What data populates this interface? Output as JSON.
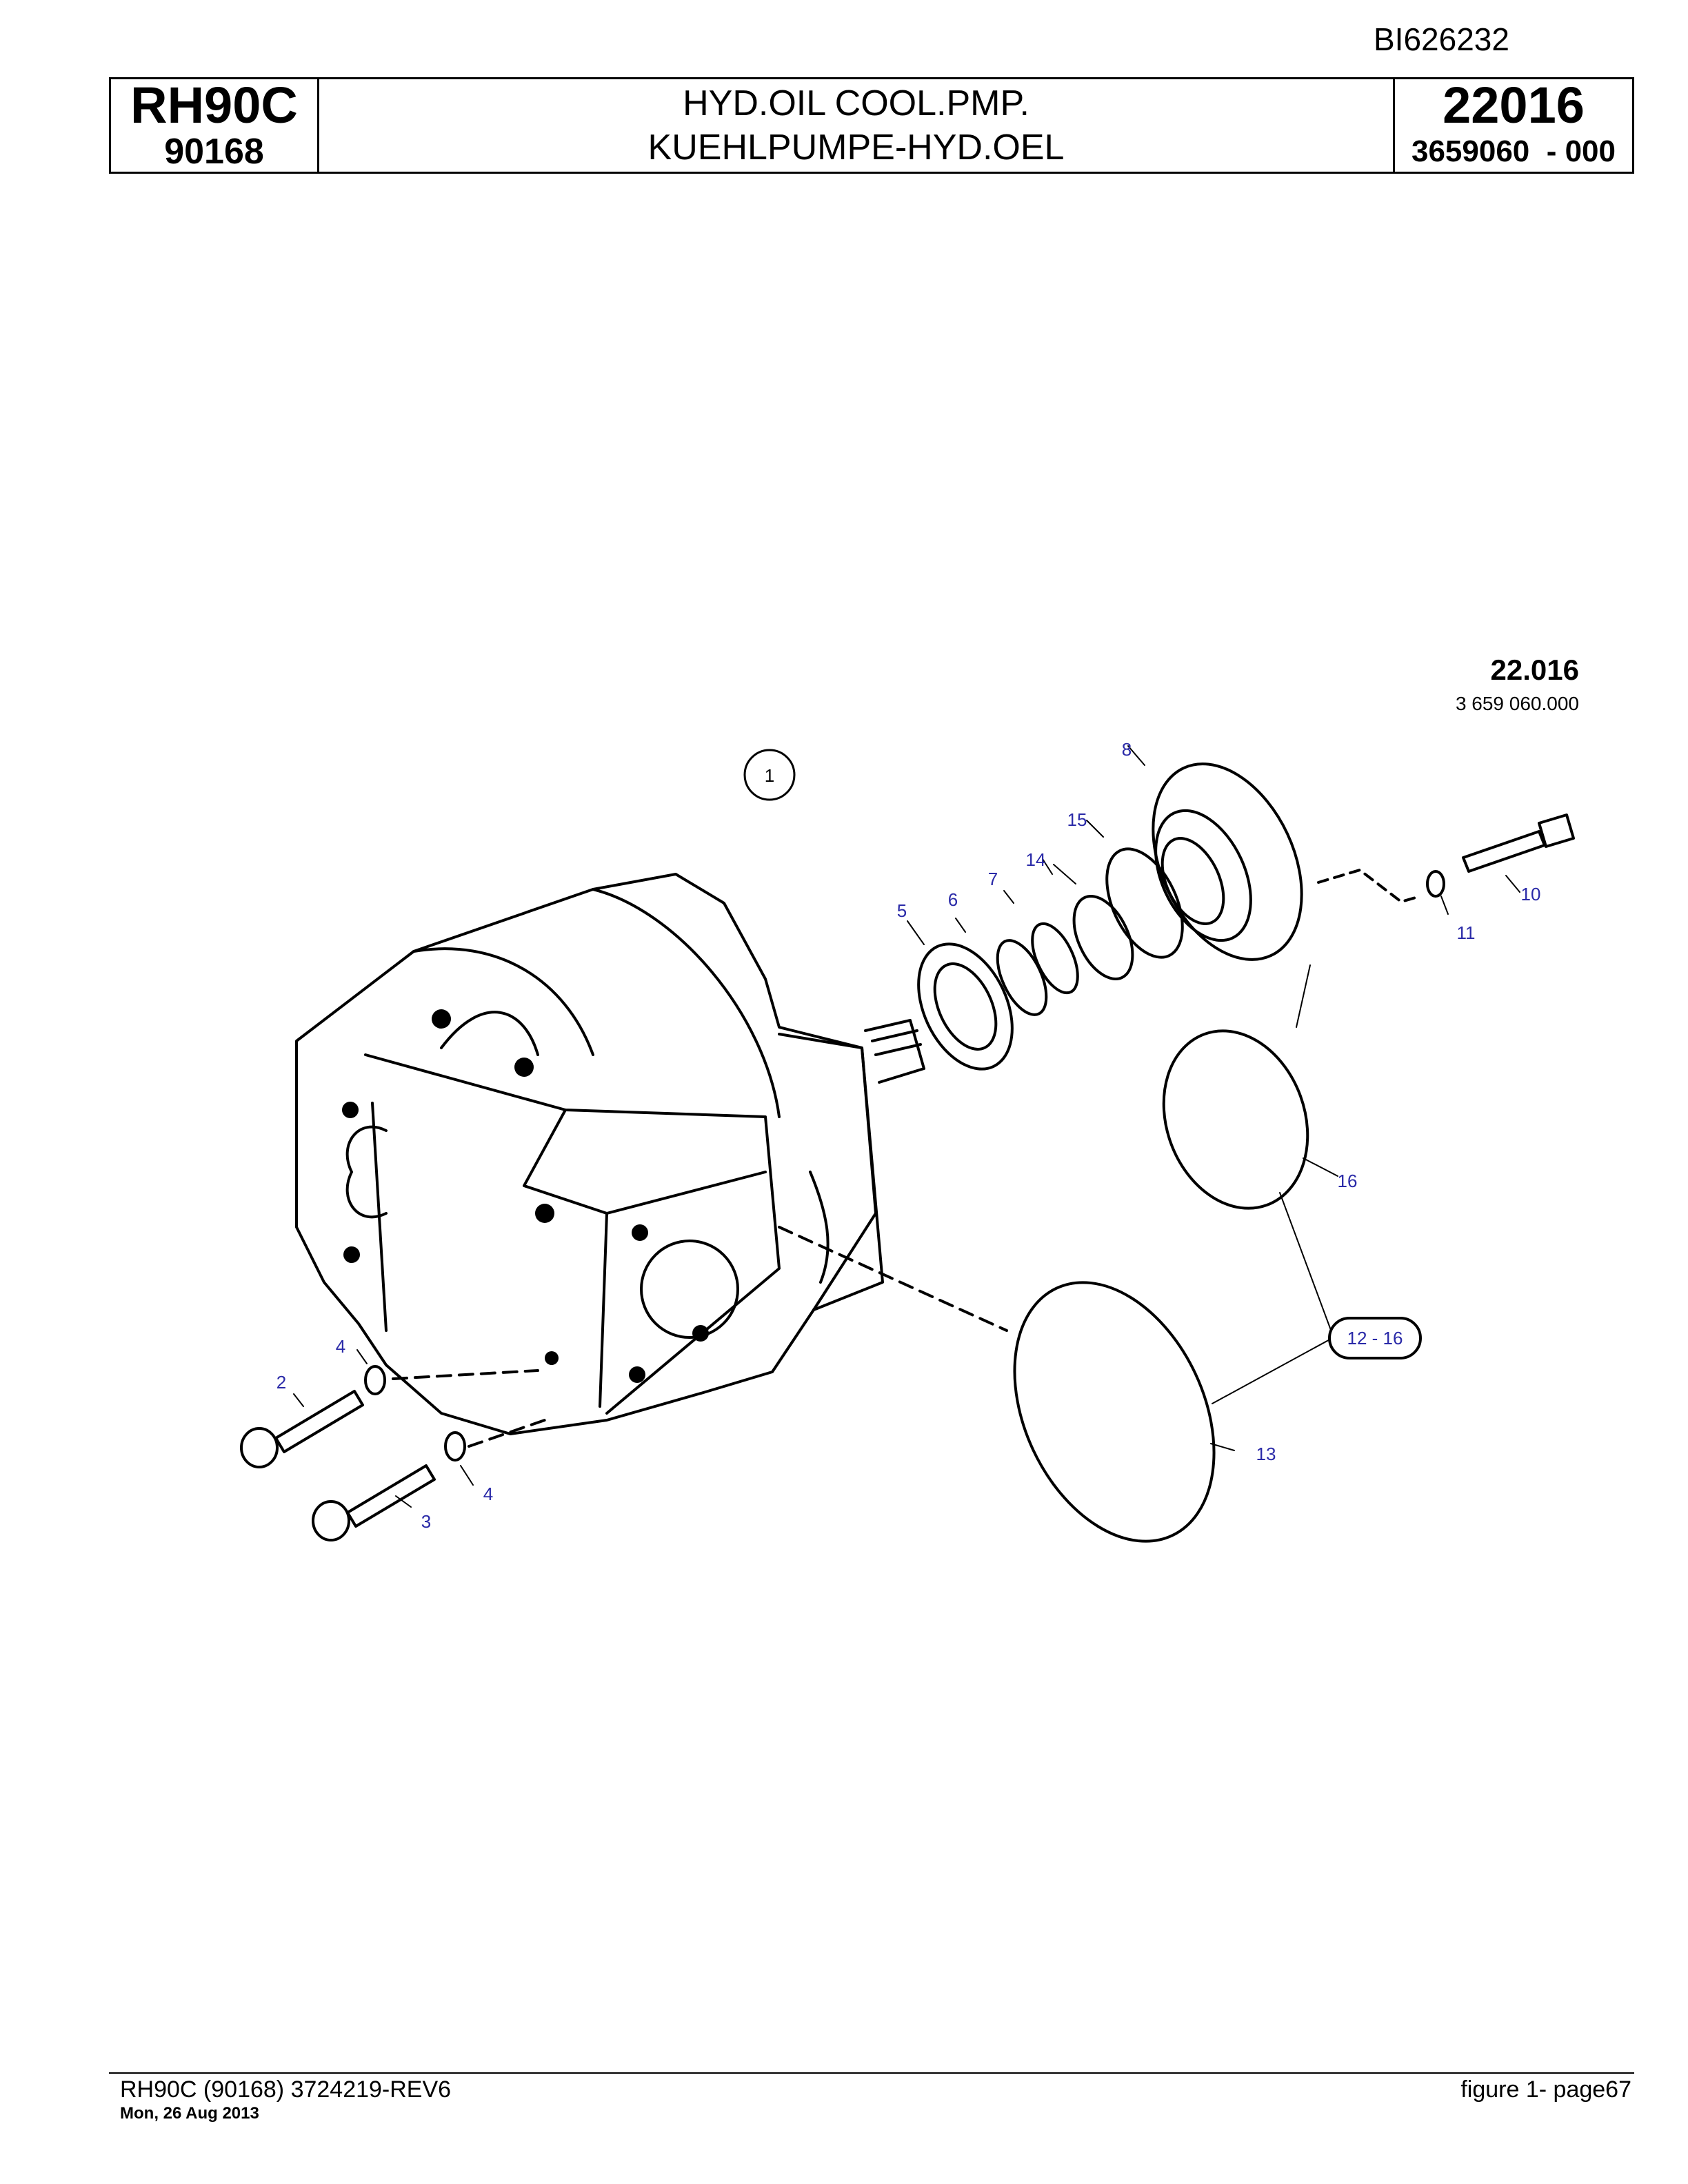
{
  "header": {
    "doc_id": "BI626232",
    "model": "RH90C",
    "model_number": "90168",
    "title_en": "HYD.OIL COOL.PMP.",
    "title_de": "KUEHLPUMPE-HYD.OEL",
    "group": "22016",
    "part_number": "3659060  - 000"
  },
  "figure": {
    "group_label": "22.016",
    "part_label": "3 659 060.000",
    "callouts": [
      "1",
      "2",
      "3",
      "4",
      "4",
      "5",
      "6",
      "7",
      "8",
      "10",
      "11",
      "13",
      "14",
      "15",
      "16"
    ],
    "range_label": "12 - 16",
    "callout_color": "#2a2aa8"
  },
  "footer": {
    "left": "RH90C (90168) 3724219-REV6",
    "date": "Mon, 26 Aug 2013",
    "right": "figure  1- page67"
  }
}
